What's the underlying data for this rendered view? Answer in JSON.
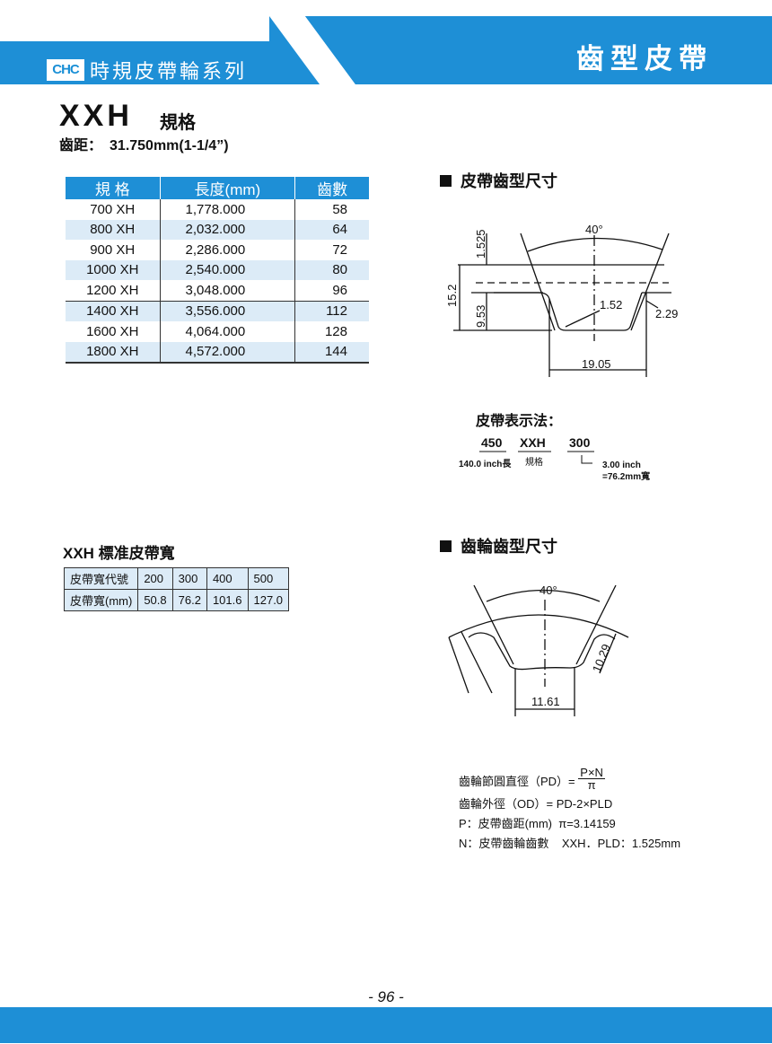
{
  "header": {
    "logo_text": "CHC",
    "series_title": "時規皮帶輪系列",
    "category_title": "齒型皮帶",
    "accent_color": "#1e8fd6"
  },
  "model": {
    "name": "XXH",
    "subtitle": "規格",
    "pitch_label": "齒距：",
    "pitch_value": "31.750mm(1-1/4”)"
  },
  "spec_table": {
    "headers": [
      "規 格",
      "長度(mm)",
      "齒數"
    ],
    "rows": [
      {
        "spec": "700  XH",
        "length": "1,778.000",
        "teeth": "58"
      },
      {
        "spec": "800  XH",
        "length": "2,032.000",
        "teeth": "64"
      },
      {
        "spec": "900  XH",
        "length": "2,286.000",
        "teeth": "72"
      },
      {
        "spec": "1000  XH",
        "length": "2,540.000",
        "teeth": "80"
      },
      {
        "spec": "1200  XH",
        "length": "3,048.000",
        "teeth": "96"
      },
      {
        "spec": "1400  XH",
        "length": "3,556.000",
        "teeth": "112"
      },
      {
        "spec": "1600  XH",
        "length": "4,064.000",
        "teeth": "128"
      },
      {
        "spec": "1800  XH",
        "length": "4,572.000",
        "teeth": "144"
      }
    ]
  },
  "belt_profile": {
    "title": "皮帶齒型尺寸",
    "angle": "40°",
    "dim_top": "1.525",
    "dim_total": "15.2",
    "dim_tooth": "9.53",
    "dim_radius": "1.52",
    "dim_side": "2.29",
    "dim_width": "19.05"
  },
  "notation": {
    "title": "皮帶表示法：",
    "length_code": "450",
    "spec_code": "XXH",
    "width_code": "300",
    "length_note": "140.0 inch長",
    "spec_note": "規格",
    "width_note_1": "3.00 inch",
    "width_note_2": "=76.2mm寬"
  },
  "std_width": {
    "title": "XXH  標准皮帶寬",
    "row1_label": "皮帶寬代號",
    "row1_values": [
      "200",
      "300",
      "400",
      "500"
    ],
    "row2_label": "皮帶寬(mm)",
    "row2_values": [
      "50.8",
      "76.2",
      "101.6",
      "127.0"
    ]
  },
  "pulley_profile": {
    "title": "齒輪齒型尺寸",
    "angle": "40°",
    "dim_depth": "10.29",
    "dim_width": "11.61"
  },
  "formulas": {
    "pd_label": "齒輪節圓直徑（PD）=",
    "pd_numerator": "P×N",
    "pd_denominator": "π",
    "od": "齒輪外徑（OD）= PD-2×PLD",
    "p_def": "P：皮帶齒距(mm)",
    "pi_value": "π=3.14159",
    "n_def": "N：皮帶齒輪齒數",
    "pld": "XXH．PLD：1.525mm"
  },
  "page_number": "- 96 -"
}
